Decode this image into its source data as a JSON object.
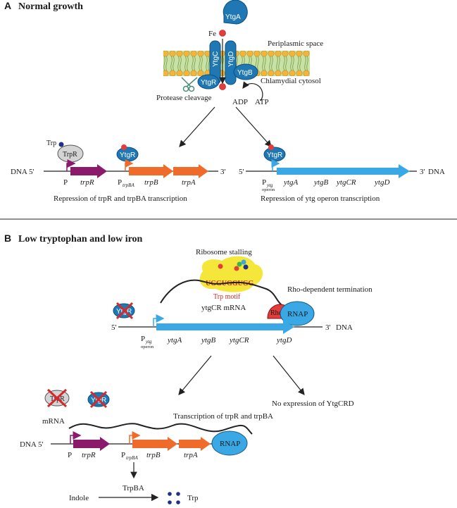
{
  "panel_a": {
    "letter": "A",
    "title": "Normal growth",
    "ytga": "YtgA",
    "fe": "Fe",
    "periplasmic": "Periplasmic space",
    "ytgc": "YtgC",
    "ytgd": "YtgD",
    "ytgb": "YtgB",
    "ytgr_membrane": "YtgR",
    "cytosol": "Chlamydial cytosol",
    "protease": "Protease cleavage",
    "adp": "ADP",
    "atp": "ATP",
    "trp_small": "Trp",
    "trpr_protein": "TrpR",
    "ytgr_left": "YtgR",
    "ytgr_right": "YtgR",
    "dna_left": "DNA 5'",
    "three_prime_left": "3'",
    "p_left": "P",
    "trpr_gene": "trpR",
    "ptrpba_main": "P",
    "ptrpba_sub": "trpBA",
    "trpb": "trpB",
    "trpa": "trpA",
    "repression_left": "Repression of trpR and trpBA transcription",
    "five_prime_right": "5'",
    "pytg_main": "P",
    "pytg_sub": "ytg",
    "operon": "operon",
    "ytga_gene": "ytgA",
    "ytgb_gene": "ytgB",
    "ytgcr_gene": "ytgCR",
    "ytgd_gene": "ytgD",
    "three_prime_right": "3'",
    "dna_right": "DNA",
    "repression_right": "Repression of ytg operon transcription"
  },
  "panel_b": {
    "letter": "B",
    "title": "Low tryptophan and low iron",
    "ribosome_stalling": "Ribosome stalling",
    "motif_seq": "UGGUGGUGG",
    "trp_motif": "Trp motif",
    "mrna_label": "ytgCR mRNA",
    "rho_term": "Rho-dependent termination",
    "rho": "Rho",
    "rnap": "RNAP",
    "ytgr_crossed": "YtgR",
    "five_prime": "5'",
    "three_prime": "3'",
    "dna": "DNA",
    "pytg_main": "P",
    "pytg_sub": "ytg",
    "operon": "operon",
    "ytga_gene": "ytgA",
    "ytgb_gene": "ytgB",
    "ytgcr_gene": "ytgCR",
    "ytgd_gene": "ytgD",
    "no_expression": "No expression of YtgCRD",
    "trpr_crossed": "TrpR",
    "ytgr_crossed2": "YtgR",
    "mrna": "mRNA",
    "transcription": "Transcription of trpR and trpBA",
    "dna_left": "DNA 5'",
    "p": "P",
    "trpr_gene": "trpR",
    "ptrpba_main": "P",
    "ptrpba_sub": "trpBA",
    "trpb": "trpB",
    "trpa": "trpA",
    "rnap2": "RNAP",
    "trpba_enzyme": "TrpBA",
    "indole": "Indole",
    "trp": "Trp"
  }
}
